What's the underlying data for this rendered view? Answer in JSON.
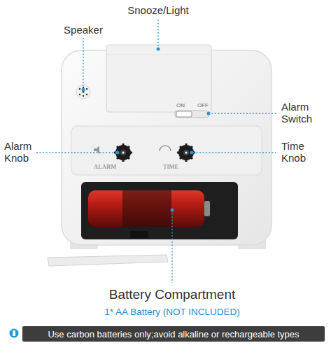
{
  "diagram": {
    "nodes": [
      {
        "text": [
          "Use carbon batteries only;avoid alkaline or rechargeable types"
        ]
      }
    ],
    "labels": [
      "Snooze/Light",
      "Speaker",
      "Alarm Switch",
      "Alarm Knob",
      "Time Knob",
      "ON",
      "OFF",
      "ALARM",
      "TIME",
      "Battery Compartment",
      "1* AA Battery (NOT INCLUDED)"
    ]
  }
}
